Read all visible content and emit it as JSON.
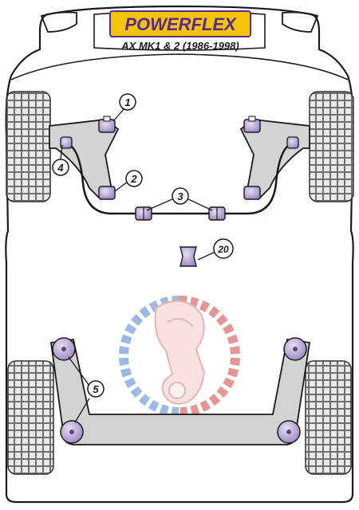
{
  "header": {
    "brand": "POWERFLEX",
    "model": "AX MK1 & 2 (1986-1998)"
  },
  "callouts": [
    {
      "id": "1",
      "label": "1"
    },
    {
      "id": "2",
      "label": "2"
    },
    {
      "id": "3",
      "label": "3"
    },
    {
      "id": "4",
      "label": "4"
    },
    {
      "id": "5",
      "label": "5"
    },
    {
      "id": "20",
      "label": "20"
    }
  ],
  "colors": {
    "bushing": "#b9a6d6",
    "bushing_dark": "#5a4a78",
    "arm": "#d3d3d3",
    "outline": "#1a1a1a",
    "brand_bg": "#f2c40b",
    "brand_text": "#5b2a86",
    "watermark_blue": "#4f7fcf",
    "watermark_red": "#d0403c"
  }
}
